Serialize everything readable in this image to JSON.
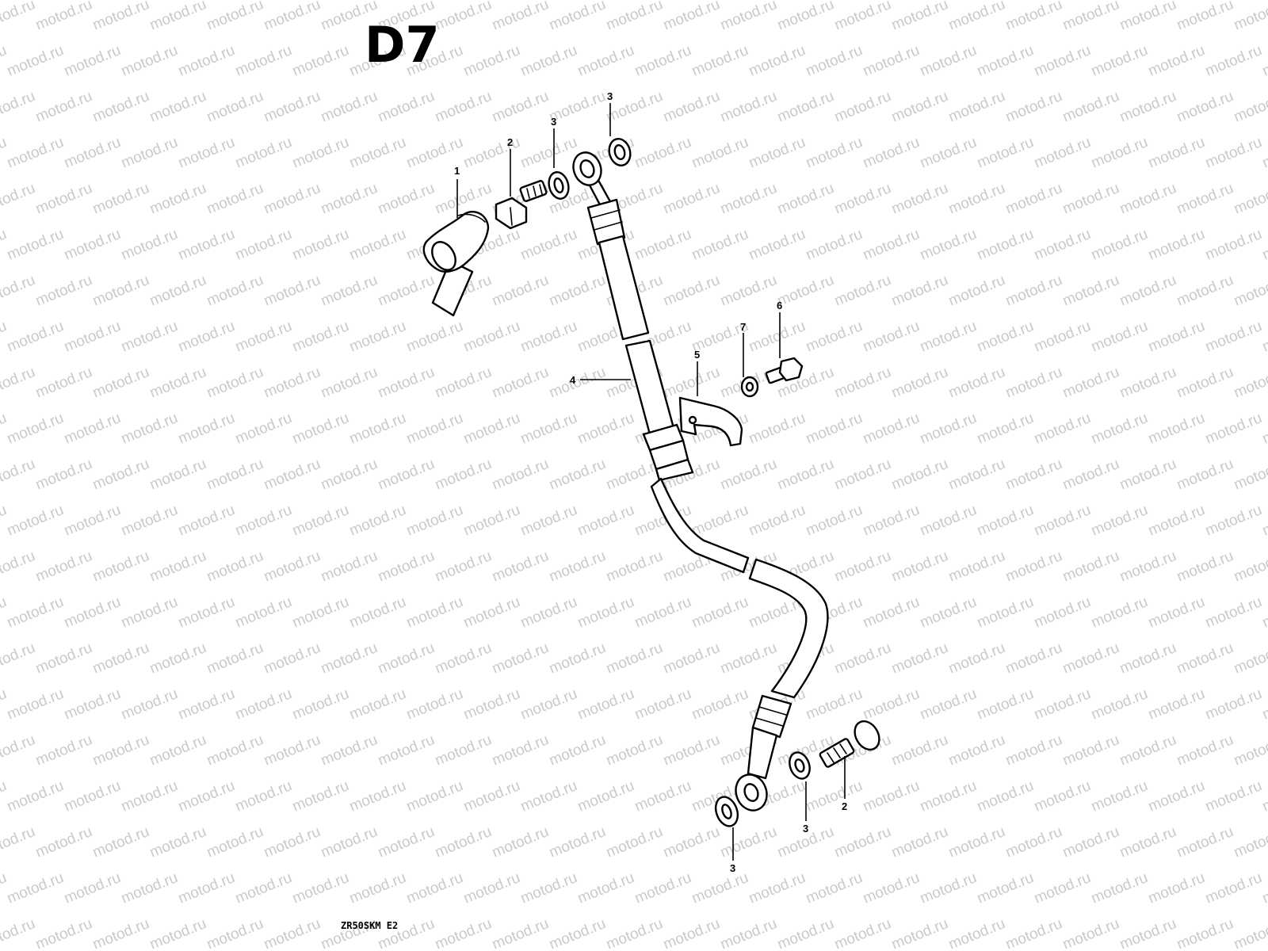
{
  "diagram": {
    "title": "D7",
    "drawing_code": "ZR50SKM E2",
    "watermark": "motod.ru",
    "callouts": [
      "1",
      "2",
      "3",
      "3",
      "4",
      "5",
      "6",
      "7",
      "3",
      "3",
      "2"
    ]
  }
}
